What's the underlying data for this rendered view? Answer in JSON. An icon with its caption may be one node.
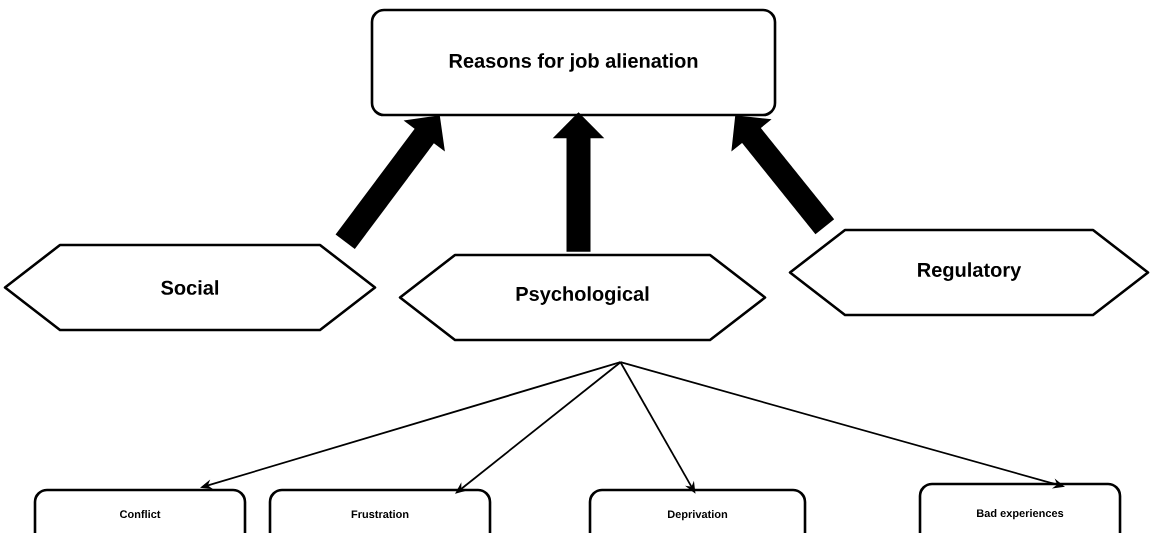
{
  "diagram": {
    "nodes": [
      {
        "text": [
          "Reasons for job alienation"
        ]
      },
      {
        "text": [
          "Social"
        ]
      },
      {
        "text": [
          "Psychological"
        ]
      },
      {
        "text": [
          "Regulatory"
        ]
      },
      {
        "text": [
          "Conflict"
        ]
      },
      {
        "text": [
          "Frustration"
        ]
      },
      {
        "text": [
          "Deprivation"
        ]
      },
      {
        "text": [
          "Bad experiences"
        ]
      }
    ],
    "edges": [
      {
        "from": 1,
        "to": 0,
        "arrow": "to",
        "style": "thick"
      },
      {
        "from": 2,
        "to": 0,
        "arrow": "to",
        "style": "thick"
      },
      {
        "from": 3,
        "to": 0,
        "arrow": "to",
        "style": "thick"
      },
      {
        "from": 2,
        "to": 4,
        "arrow": "to"
      },
      {
        "from": 2,
        "to": 5,
        "arrow": "to"
      },
      {
        "from": 2,
        "to": 6,
        "arrow": "to"
      },
      {
        "from": 2,
        "to": 7,
        "arrow": "to"
      }
    ]
  }
}
